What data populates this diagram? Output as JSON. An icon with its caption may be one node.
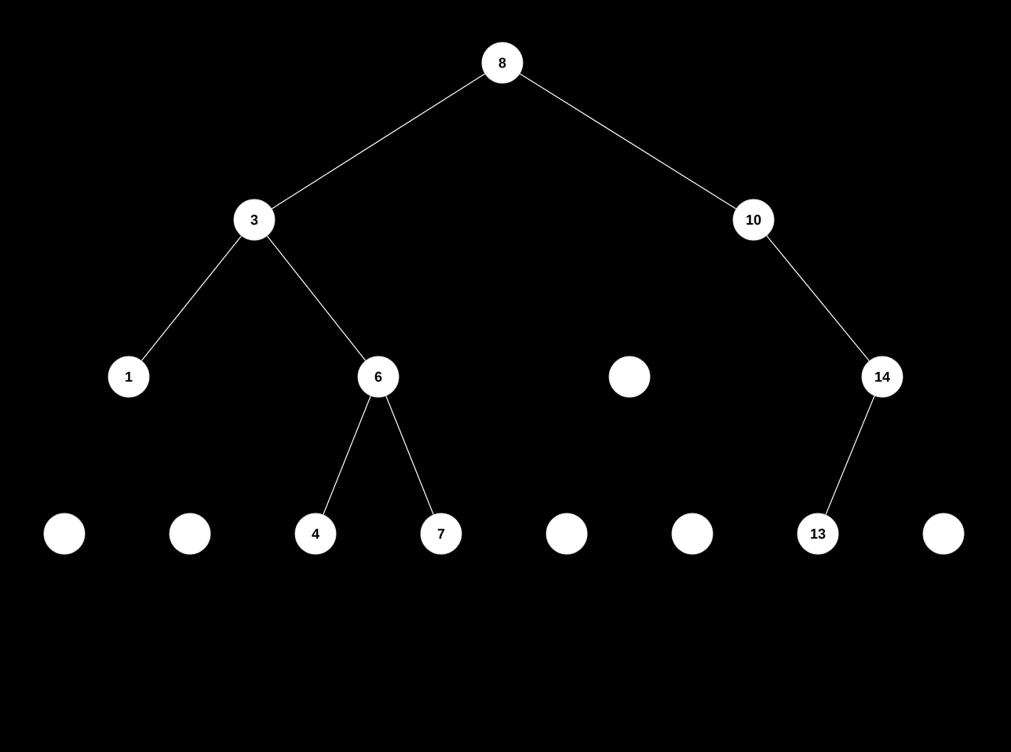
{
  "diagram": {
    "nodes": [
      {
        "text": [
          "8"
        ]
      },
      {
        "text": [
          "3"
        ]
      },
      {
        "text": [
          "10"
        ]
      },
      {
        "text": [
          "1"
        ]
      },
      {
        "text": [
          "6"
        ]
      },
      {
        "text": [],
        "shape": "circle"
      },
      {
        "text": [
          "14"
        ]
      },
      {
        "text": [],
        "shape": "circle"
      },
      {
        "text": [],
        "shape": "circle"
      },
      {
        "text": [
          "4"
        ]
      },
      {
        "text": [
          "7"
        ]
      },
      {
        "text": [],
        "shape": "circle"
      },
      {
        "text": [],
        "shape": "circle"
      },
      {
        "text": [
          "13"
        ]
      },
      {
        "text": [],
        "shape": "circle"
      }
    ],
    "edges": [
      {
        "from": 0,
        "to": 1,
        "arrow": "none"
      },
      {
        "from": 0,
        "to": 2,
        "arrow": "none"
      },
      {
        "from": 1,
        "to": 3,
        "arrow": "none"
      },
      {
        "from": 1,
        "to": 4,
        "arrow": "none"
      },
      {
        "from": 2,
        "to": 6,
        "arrow": "none"
      },
      {
        "from": 4,
        "to": 9,
        "arrow": "none"
      },
      {
        "from": 4,
        "to": 10,
        "arrow": "none"
      },
      {
        "from": 6,
        "to": 13,
        "arrow": "none"
      }
    ]
  }
}
